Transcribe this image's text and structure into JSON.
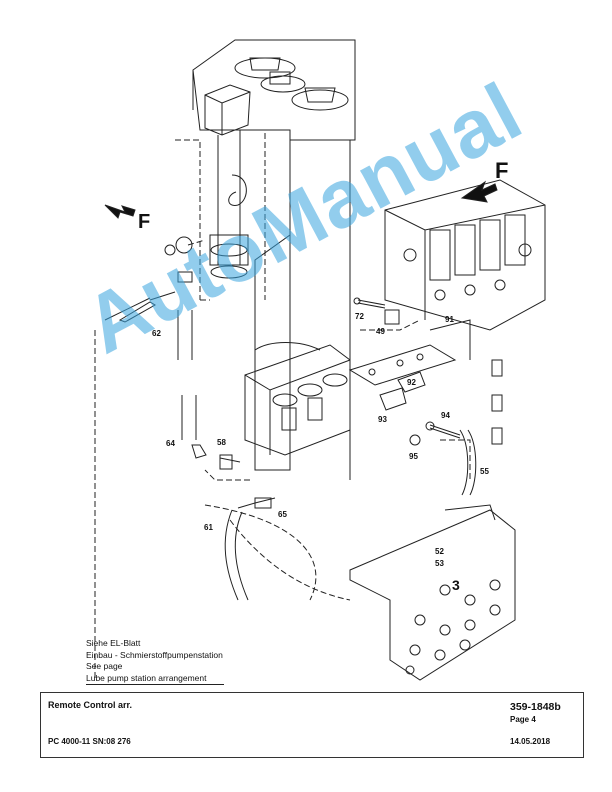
{
  "callouts": [
    "72",
    "49",
    "91",
    "62",
    "92",
    "93",
    "94",
    "64",
    "58",
    "95",
    "55",
    "61",
    "65",
    "52",
    "53",
    "3"
  ],
  "arrow_label": "F",
  "note_lines": [
    "Siehe EL-Blatt",
    "Einbau - Schmierstoffpumpenstation",
    "See page",
    "Lube pump station arrangement"
  ],
  "watermark": "AutoManual",
  "title_block": {
    "title": "Remote Control arr.",
    "doc_number": "359-1848b",
    "page": "Page 4",
    "machine": "PC 4000-11 SN:08 276",
    "date": "14.05.2018"
  }
}
